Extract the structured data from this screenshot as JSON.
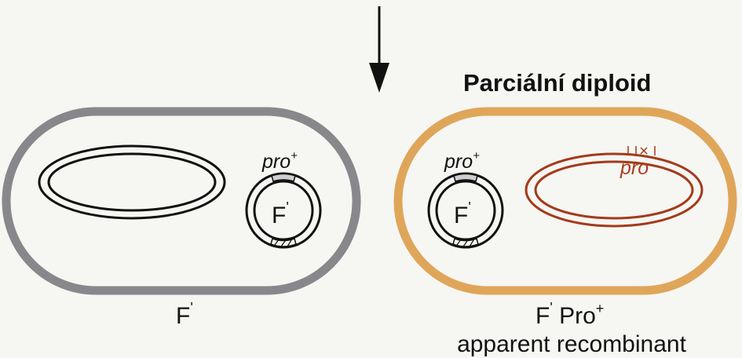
{
  "title": "Parciální diploid",
  "colors": {
    "left_cell": "#88888c",
    "right_cell": "#dfa65a",
    "chromosome_dark": "#111111",
    "chromosome_red": "#a33a1a",
    "background": "#f6f6f3"
  },
  "left_cell": {
    "plasmid_gene": "pro",
    "plasmid_gene_sup": "+",
    "plasmid_label": "F",
    "plasmid_label_prime": "'",
    "caption": "F",
    "caption_prime": "'"
  },
  "right_cell": {
    "plasmid_gene": "pro",
    "plasmid_gene_sup": "+",
    "plasmid_label": "F",
    "plasmid_label_prime": "'",
    "chromosome_gene": "pro",
    "caption_line1_a": "F",
    "caption_line1_prime": "'",
    "caption_line1_b": " Pro",
    "caption_line1_sup": "+",
    "caption_line2": "apparent recombinant"
  }
}
